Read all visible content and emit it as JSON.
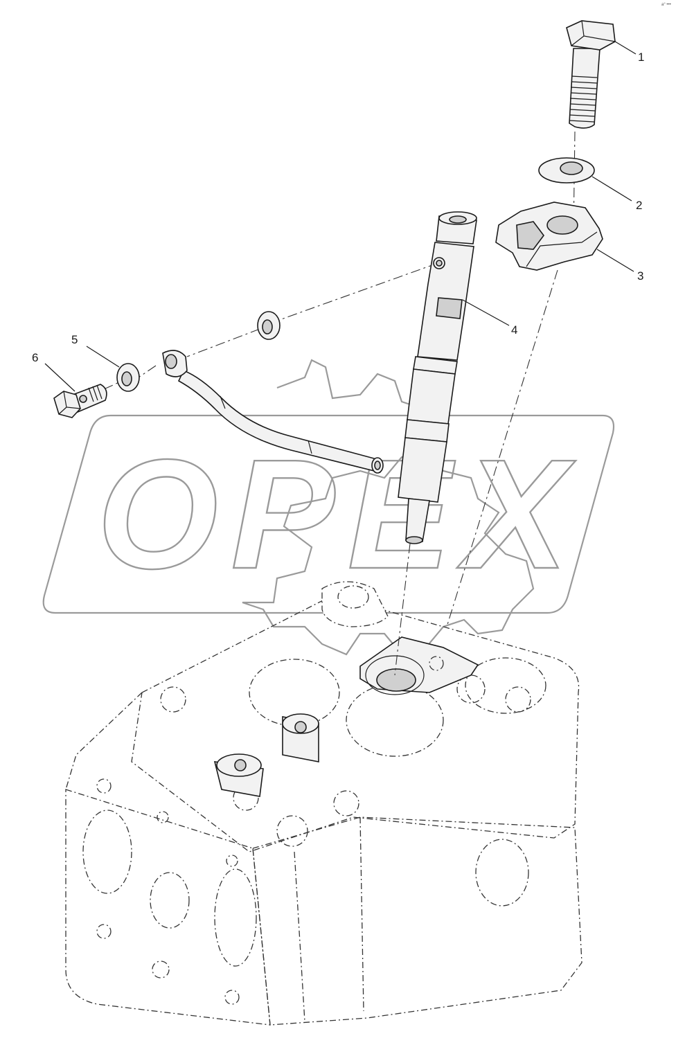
{
  "watermark": {
    "text": "OPEX"
  },
  "corner_mark": {
    "text": "a° •••"
  },
  "callouts": [
    {
      "number": "1",
      "part": "bolt"
    },
    {
      "number": "2",
      "part": "washer"
    },
    {
      "number": "3",
      "part": "injector-clamp"
    },
    {
      "number": "4",
      "part": "fuel-injector"
    },
    {
      "number": "5",
      "part": "sealing-washer"
    },
    {
      "number": "6",
      "part": "banjo-bolt"
    }
  ]
}
